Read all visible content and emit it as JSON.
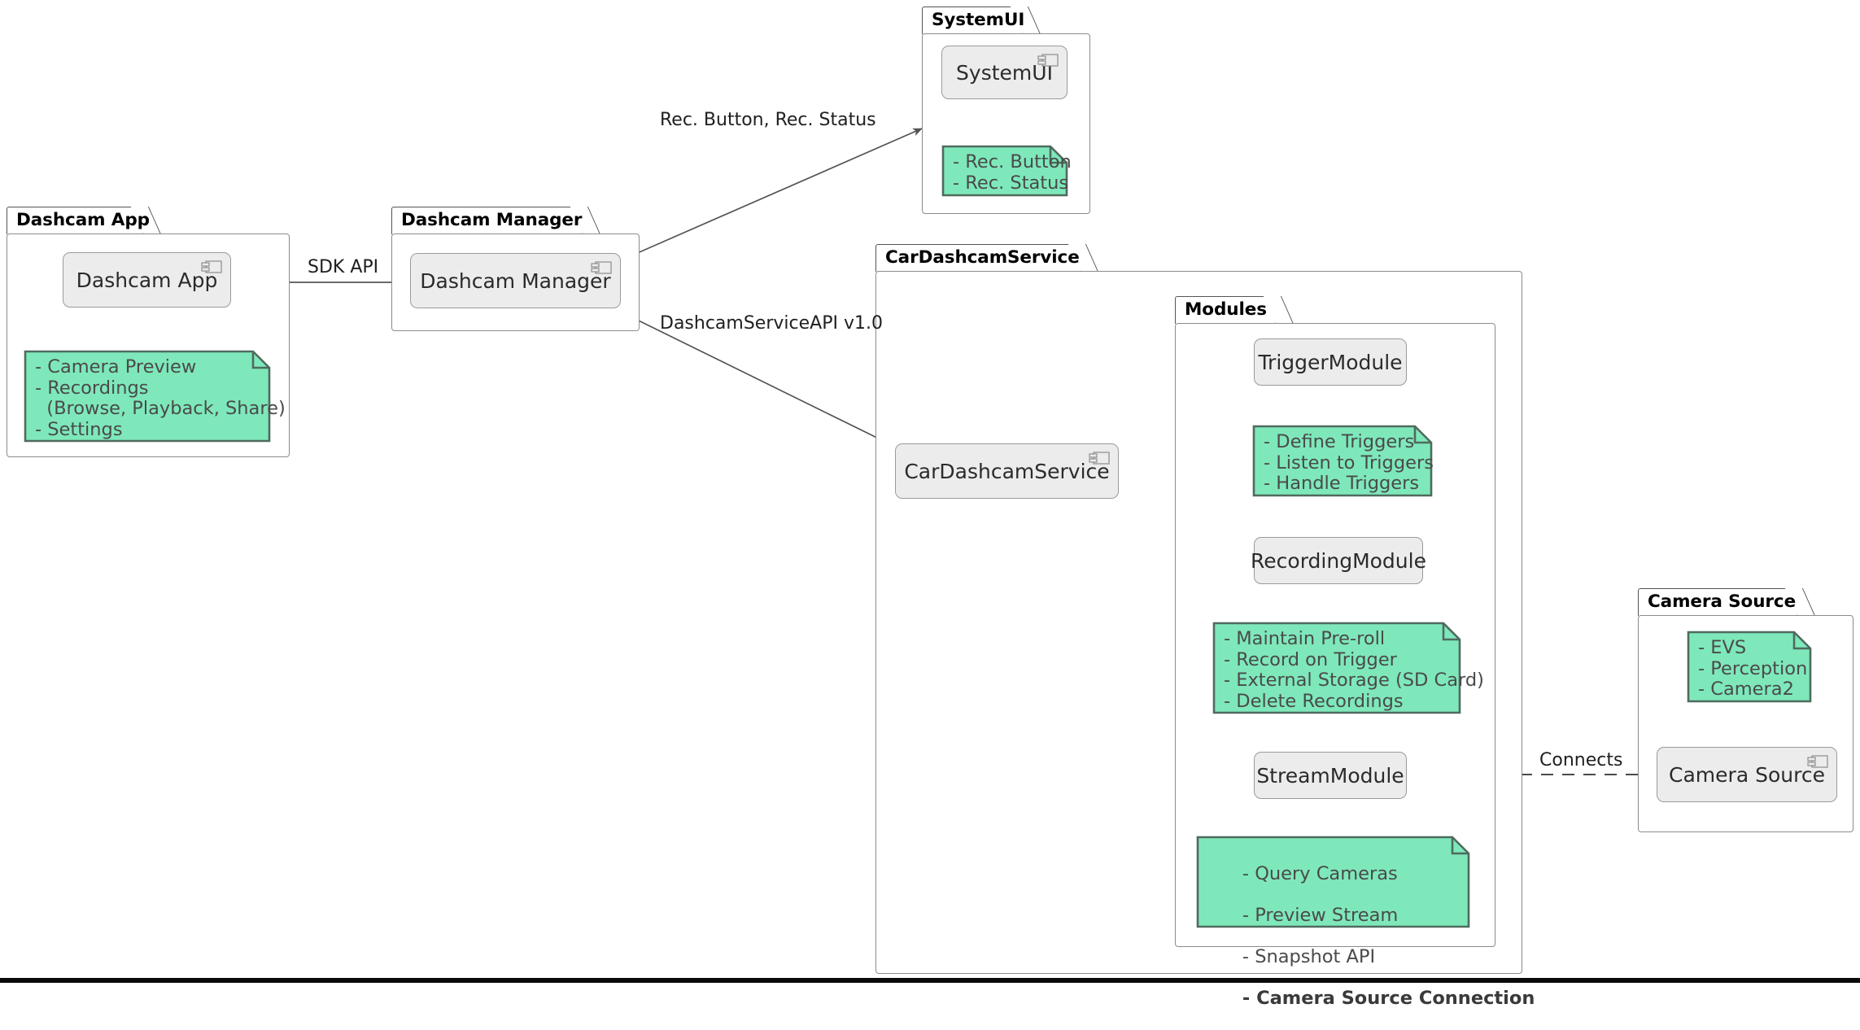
{
  "diagram": {
    "kind": "uml-component-diagram",
    "background": "#ffffff",
    "note_fill": "#7ee8ba",
    "note_stroke": "#4f6b5e",
    "component_fill": "#ececec",
    "component_stroke": "#9a9a9a",
    "line_color": "#545454"
  },
  "packages": [
    {
      "id": "pkg-dashcam-app",
      "title": "Dashcam App"
    },
    {
      "id": "pkg-dashcam-manager",
      "title": "Dashcam Manager"
    },
    {
      "id": "pkg-systemui",
      "title": "SystemUI"
    },
    {
      "id": "pkg-cardashcamservice",
      "title": "CarDashcamService"
    },
    {
      "id": "pkg-modules",
      "title": "Modules"
    },
    {
      "id": "pkg-camera-source",
      "title": "Camera Source"
    }
  ],
  "components": [
    {
      "id": "comp-dashcam-app",
      "label": "Dashcam App",
      "icon": "component-icon"
    },
    {
      "id": "comp-dashcam-manager",
      "label": "Dashcam Manager",
      "icon": "component-icon"
    },
    {
      "id": "comp-systemui",
      "label": "SystemUI",
      "icon": "component-icon"
    },
    {
      "id": "comp-cardashcamservice",
      "label": "CarDashcamService",
      "icon": "component-icon"
    },
    {
      "id": "comp-camera-source",
      "label": "Camera Source",
      "icon": "component-icon"
    }
  ],
  "modules": [
    {
      "id": "mod-trigger",
      "label": "TriggerModule"
    },
    {
      "id": "mod-recording",
      "label": "RecordingModule"
    },
    {
      "id": "mod-stream",
      "label": "StreamModule"
    }
  ],
  "notes": [
    {
      "id": "note-dashcam-app",
      "lines": [
        "- Camera Preview",
        "- Recordings",
        "  (Browse, Playback, Share)",
        "- Settings"
      ]
    },
    {
      "id": "note-systemui",
      "lines": [
        "- Rec. Button",
        "- Rec. Status"
      ]
    },
    {
      "id": "note-trigger",
      "lines": [
        "- Define Triggers",
        "- Listen to Triggers",
        "- Handle Triggers"
      ]
    },
    {
      "id": "note-recording",
      "lines": [
        "- Maintain Pre-roll",
        "- Record on Trigger",
        "- External Storage (SD Card)",
        "- Delete Recordings"
      ]
    },
    {
      "id": "note-stream",
      "lines": [
        "- Query Cameras",
        "- Preview Stream",
        "- Snapshot API",
        "- Camera Source Connection"
      ],
      "bold_lines": [
        3
      ]
    },
    {
      "id": "note-camera-source",
      "lines": [
        "- EVS",
        "- Perception",
        "- Camera2"
      ]
    }
  ],
  "edges": [
    {
      "id": "edge-sdk-api",
      "label": "SDK API",
      "style": "solid-arrow"
    },
    {
      "id": "edge-rec-button-status",
      "label": "Rec. Button, Rec. Status",
      "style": "solid-arrow"
    },
    {
      "id": "edge-dashcamserviceapi",
      "label": "DashcamServiceAPI v1.0",
      "style": "solid-arrow"
    },
    {
      "id": "edge-to-trigger",
      "label": "",
      "style": "solid-arrow"
    },
    {
      "id": "edge-to-recording",
      "label": "",
      "style": "solid-arrow"
    },
    {
      "id": "edge-to-stream",
      "label": "",
      "style": "solid-arrow"
    },
    {
      "id": "edge-connects",
      "label": "Connects",
      "style": "dashed"
    }
  ]
}
